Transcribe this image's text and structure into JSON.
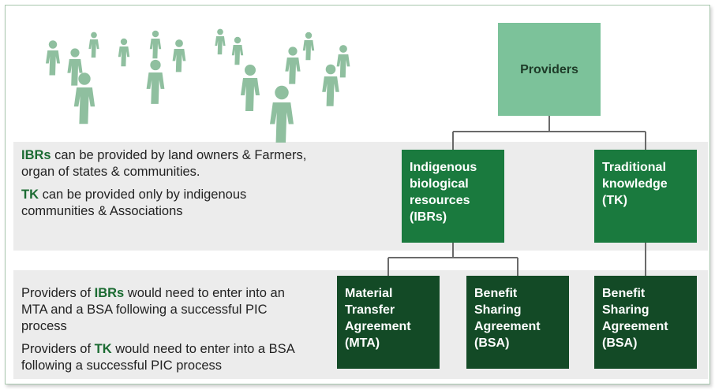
{
  "diagram": {
    "root": {
      "label": "Providers"
    },
    "level2": [
      {
        "id": "ibr",
        "label": "Indigenous biological resources (IBRs)"
      },
      {
        "id": "tk",
        "label": "Traditional knowledge (TK)"
      }
    ],
    "level3": [
      {
        "id": "mta",
        "label": "Material Transfer Agreement (MTA)"
      },
      {
        "id": "bsa1",
        "label": "Benefit Sharing Agreement (BSA)"
      },
      {
        "id": "bsa2",
        "label": "Benefit Sharing Agreement (BSA)"
      }
    ]
  },
  "notes": {
    "top": {
      "p1": {
        "hl": "IBRs",
        "rest": " can be provided by land owners & Farmers, organ of states & communities."
      },
      "p2": {
        "hl": "TK",
        "rest": " can be provided only by indigenous communities & Associations"
      }
    },
    "bottom": {
      "p1": {
        "pre": "Providers of ",
        "hl": "IBRs",
        "rest": " would need to enter into an MTA and a BSA following a successful PIC process"
      },
      "p2": {
        "pre": "Providers of ",
        "hl": "TK",
        "rest": " would need to enter into a BSA following a successful PIC process"
      }
    }
  },
  "colors": {
    "root_box": "#7cc29a",
    "level2_box": "#1a7a3e",
    "level3_box": "#134a26",
    "highlight_text": "#1b6b32",
    "people_icons": "#8fbf9f"
  },
  "illustration": {
    "icon": "crowd-of-people-icons"
  }
}
